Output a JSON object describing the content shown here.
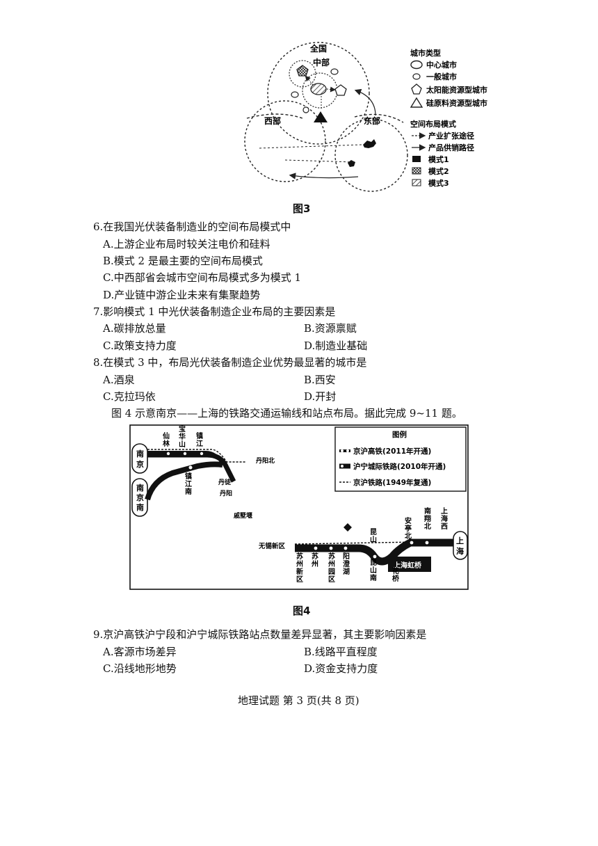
{
  "figure3": {
    "caption": "图3",
    "labels": {
      "nation": "全国",
      "central": "中部",
      "west": "西部",
      "east": "东部"
    },
    "legend": {
      "city_type_title": "城市类型",
      "city_types": [
        "中心城市",
        "一般城市",
        "太阳能资源型城市",
        "硅原料资源型城市"
      ],
      "layout_title": "空间布局模式",
      "layout_items": [
        "产业扩张途径",
        "产品供销路径",
        "模式1",
        "模式2",
        "模式3"
      ]
    }
  },
  "q6": {
    "stem": "6.在我国光伏装备制造业的空间布局模式中",
    "options": [
      "A.上游企业布局时较关注电价和硅料",
      "B.模式 2 是最主要的空间布局模式",
      "C.中西部省会城市空间布局模式多为模式 1",
      "D.产业链中游企业未来有集聚趋势"
    ]
  },
  "q7": {
    "stem": "7.影响模式 1 中光伏装备制造企业布局的主要因素是",
    "options": [
      "A.碳排放总量",
      "B.资源禀赋",
      "C.政策支持力度",
      "D.制造业基础"
    ]
  },
  "q8": {
    "stem": "8.在模式 3 中，布局光伏装备制造企业优势最显著的城市是",
    "options": [
      "A.酒泉",
      "B.西安",
      "C.克拉玛依",
      "D.开封"
    ]
  },
  "intro": "图 4 示意南京——上海的铁路交通运输线和站点布局。据此完成 9~11 题。",
  "figure4": {
    "caption": "图4",
    "legend_title": "图例",
    "legend": [
      "京沪高铁(2011年开通)",
      "沪宁城际铁路(2010年开通)",
      "京沪铁路(1949年复通)"
    ],
    "stations": {
      "nanjing": "南京",
      "nanjingnan": "南京南",
      "xianlin": "仙林",
      "baohuashan": "宝华山",
      "zhenjiang": "镇江",
      "zhenjiangnan": "镇江南",
      "danyangbei": "丹阳北",
      "dantu": "丹徒",
      "danyang": "丹阳",
      "qishuyan": "戚墅堰",
      "wuxixinqu": "无锡新区",
      "suzhouxinqu": "苏州新区",
      "suzhou": "苏州",
      "suzhouyuanqu": "苏州园区",
      "yangchenghu": "阳澄湖",
      "kunshan": "昆山",
      "kunshannan": "昆山南",
      "huaqiao": "花桥",
      "antingbei": "安亭北",
      "nanxiangbei": "南翔北",
      "shanghaixi": "上海西",
      "shanghai": "上海",
      "shanghaihongqiao": "上海虹桥"
    }
  },
  "q9": {
    "stem": "9.京沪高铁沪宁段和沪宁城际铁路站点数量差异显著，其主要影响因素是",
    "options": [
      "A.客源市场差异",
      "B.线路平直程度",
      "C.沿线地形地势",
      "D.资金支持力度"
    ]
  },
  "footer": "地理试题 第 3 页(共 8 页)"
}
